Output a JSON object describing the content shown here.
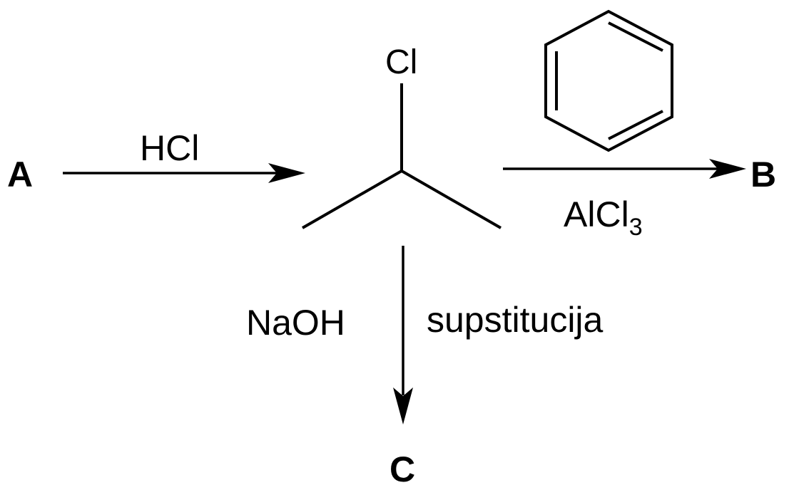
{
  "compounds": {
    "a": "A",
    "b": "B",
    "c": "C"
  },
  "intermediate": {
    "substituent": "Cl"
  },
  "reagents": {
    "to_intermediate": "HCl",
    "to_b_catalyst_base": "AlCl",
    "to_b_catalyst_subscript": "3",
    "to_c": "NaOH",
    "to_c_type": "supstitucija"
  },
  "colors": {
    "ink": "#000000",
    "background": "#ffffff"
  }
}
